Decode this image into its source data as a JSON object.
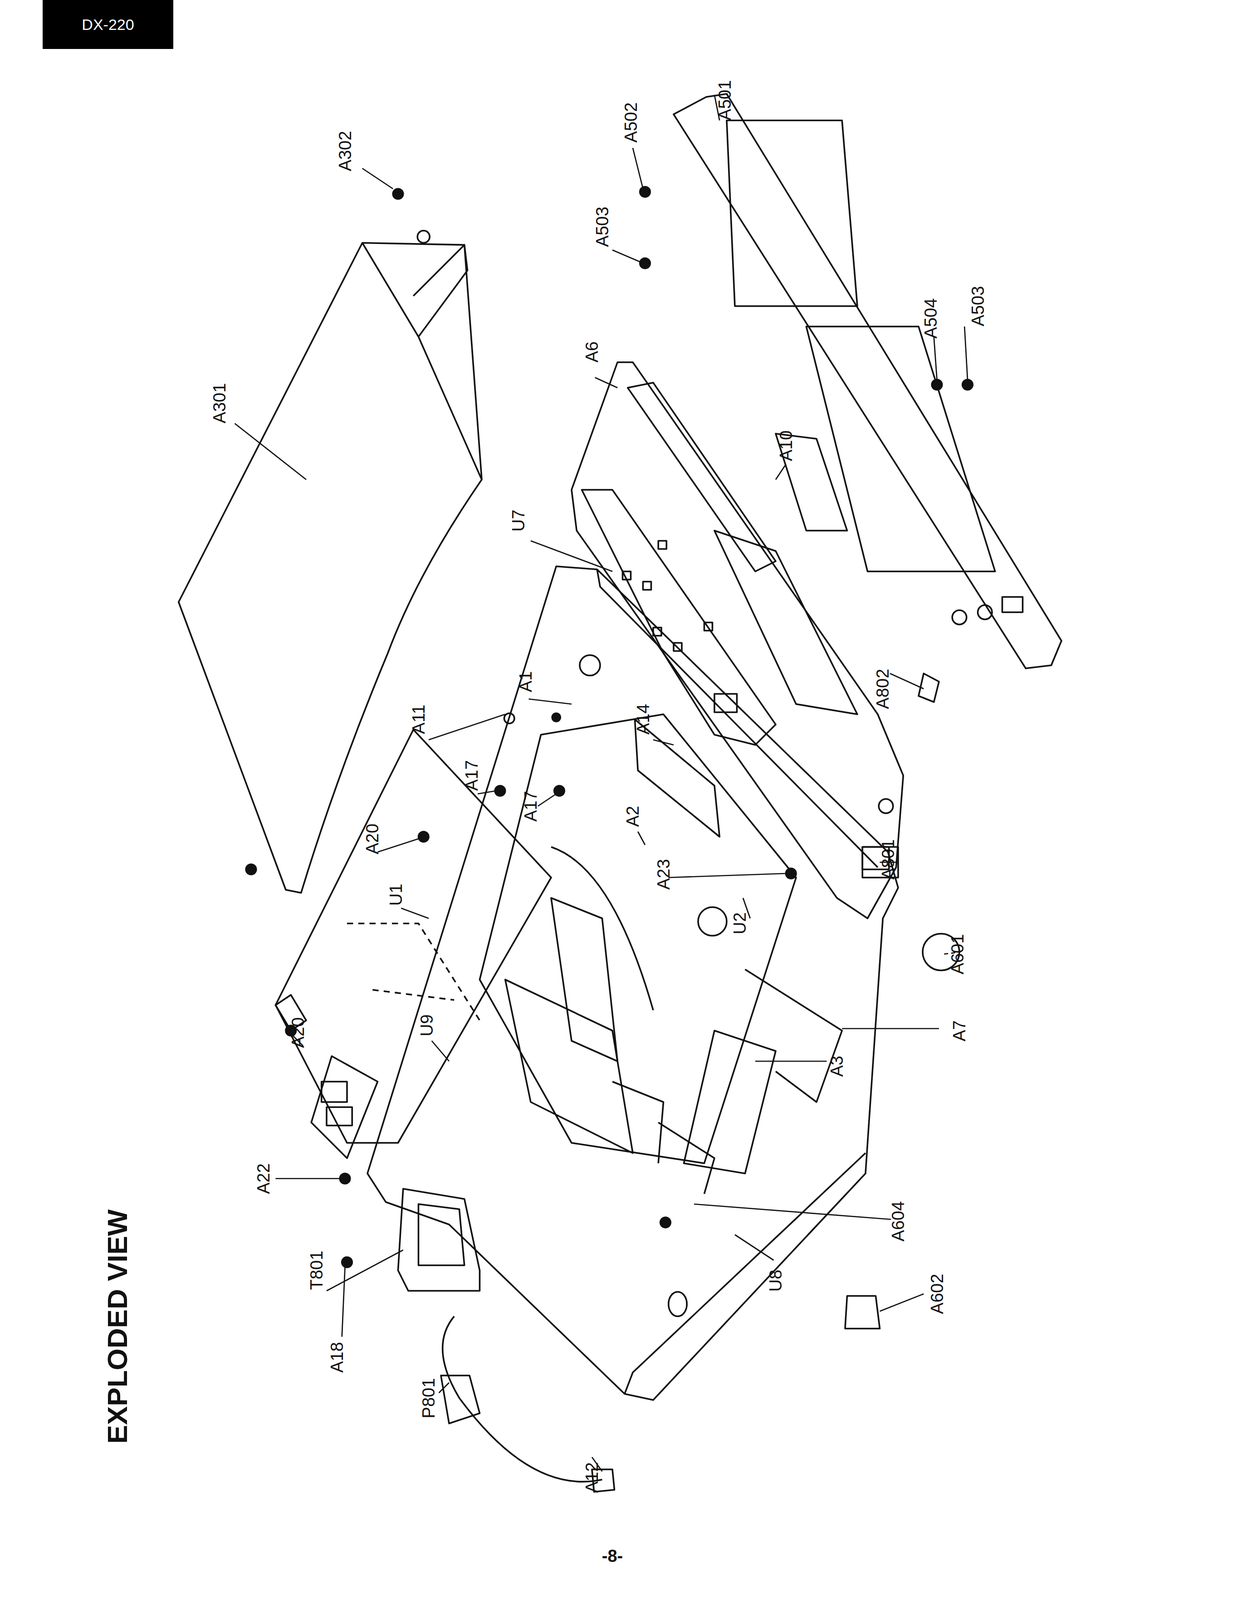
{
  "diagram": {
    "title": "EXPLODED VIEW",
    "nodes": [
      {
        "text": [
          "DX-220"
        ]
      }
    ],
    "labels": [
      "A302",
      "A301",
      "A502",
      "A501",
      "A503",
      "A6",
      "A504",
      "A503",
      "A10",
      "U7",
      "A1",
      "A11",
      "A14",
      "A17",
      "A17",
      "A2",
      "A23",
      "A20",
      "U1",
      "A802",
      "U9",
      "A20",
      "A22",
      "T801",
      "A18",
      "P801",
      "A12",
      "A604",
      "U8",
      "A602",
      "A801",
      "U2",
      "A601",
      "A7",
      "A3",
      "-8-"
    ]
  }
}
